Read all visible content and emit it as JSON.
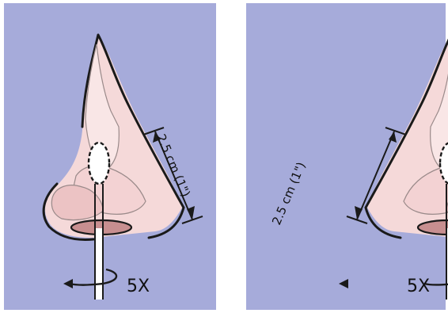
{
  "figure": {
    "panel_color": "#a6abda",
    "skin_color": "#f5d9d9",
    "skin_dark": "#e9b7b8",
    "nostril_color": "#c88f90",
    "line_color": "#1a1a1a",
    "left_panel": {
      "measure_label": "2.5 cm (1\")",
      "rotation_label": "5X"
    },
    "right_panel": {
      "measure_label": "2.5 cm (1\")",
      "rotation_label": "5X"
    }
  }
}
